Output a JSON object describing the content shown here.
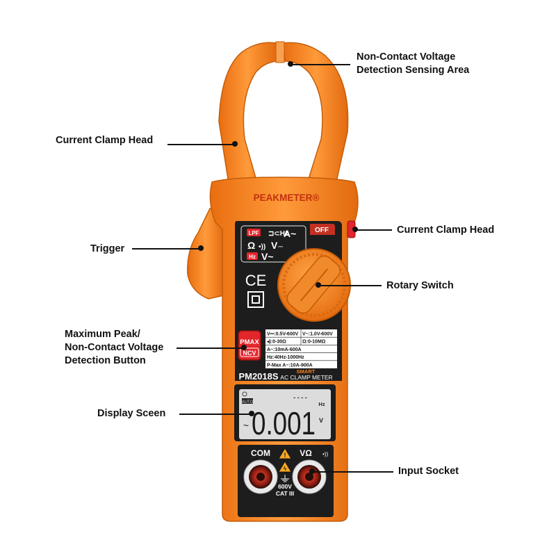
{
  "brand": "PEAKMETER",
  "brand_mark": "®",
  "model": "PM2018S",
  "subtitle": "AC CLAMP METER",
  "smart_label": "SMART",
  "off_label": "OFF",
  "dial_modes": {
    "row1_lpf": "LPF",
    "row1_current": "A~",
    "row2_ohm": "Ω",
    "row2_v_dc": "V",
    "row3_hz": "Hz",
    "row3_v_ac": "V~"
  },
  "cert_ce": "CE",
  "pmax_button": {
    "top": "PMAX",
    "bottom": "NCV"
  },
  "specs": [
    [
      "V⎓:0.5V-600V",
      "V~:1.0V-600V"
    ],
    [
      "◂):0-30Ω",
      "Ω:0-10MΩ"
    ],
    [
      "A~:10mA-600A",
      ""
    ],
    [
      "Hz:40Hz-1000Hz",
      ""
    ],
    [
      "P-Max A~:10A-900A",
      ""
    ]
  ],
  "display": {
    "auto_label": "AUTO",
    "dashes": "- - - -",
    "hz_label": "Hz",
    "tilde": "~",
    "reading": "0.001",
    "unit": "V"
  },
  "jacks": {
    "com_label": "COM",
    "vohm_label": "VΩ",
    "rating_voltage": "600V",
    "rating_cat": "CAT III"
  },
  "callouts": {
    "ncv_area_line1": "Non-Contact Voltage",
    "ncv_area_line2": "Detection Sensing Area",
    "clamp_head_left": "Current Clamp Head",
    "clamp_head_right": "Current Clamp Head",
    "trigger": "Trigger",
    "rotary_switch": "Rotary Switch",
    "max_peak_line1": "Maximum Peak/",
    "max_peak_line2": "Non-Contact Voltage",
    "max_peak_line3": "Detection Button",
    "display_screen": "Display Sceen",
    "input_socket": "Input Socket"
  },
  "colors": {
    "body_orange": "#f58220",
    "body_orange_dark": "#d9650c",
    "panel_black": "#1d1d1d",
    "lcd_bg": "#dcdcdc",
    "button_red": "#e3262b",
    "jack_red": "#b7281e"
  }
}
